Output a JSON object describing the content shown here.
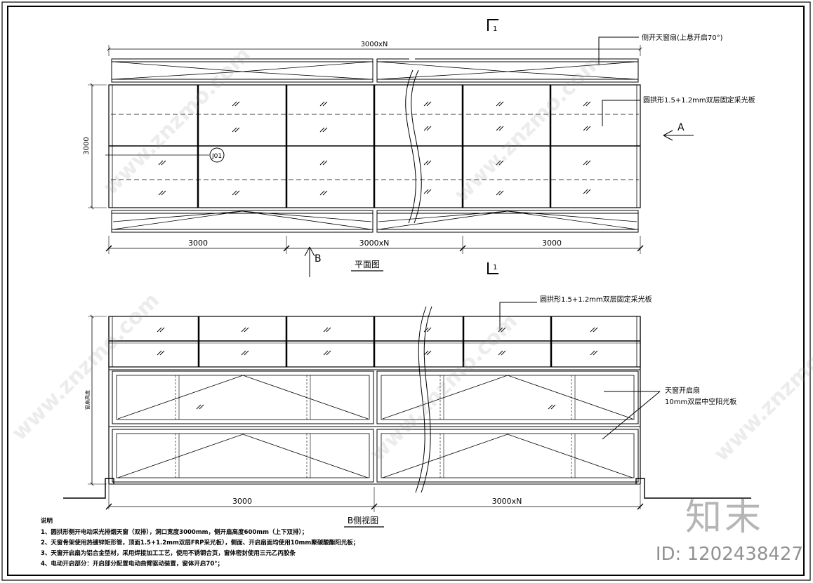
{
  "section_marks": [
    "1",
    "1"
  ],
  "plan": {
    "title": "平面图",
    "top_dim": "3000xN",
    "height_dim": "3000",
    "bottom_dims": [
      "3000",
      "3000xN",
      "3000"
    ],
    "label_side_sash": "侧开天窗扇(上悬开启70°)",
    "label_arch_panel": "圆拱形1.5+1.2mm双层固定采光板",
    "tag": "J01",
    "arrow_a": "A",
    "arrow_b": "B"
  },
  "side": {
    "title": "B侧视图",
    "label_arch_panel": "圆拱形1.5+1.2mm双层固定采光板",
    "label_sash_line1": "天窗开启扇",
    "label_sash_line2": "10mm双层中空阳光板",
    "vertical_label": "窗扇高度",
    "bottom_dims": [
      "3000",
      "3000xN"
    ]
  },
  "notes": {
    "heading": "说明",
    "items": [
      "1、圆拱形侧开电动采光排烟天窗（双排），洞口宽度3000mm，侧开扇高度600mm（上下双排）；",
      "2、天窗骨架使用热镀锌矩形管，顶面1.5+1.2mm双层FRP采光板），侧面、开启扇面均使用10mm聚碳酸酯阳光板；",
      "3、天窗开启扇为铝合金型材，采用焊接加工工艺，使用不锈钢合页，窗体密封使用三元乙丙胶条",
      "4、电动开启部分：开启部分配置电动曲臂驱动装置，窗体开启70°；"
    ]
  },
  "watermark": {
    "text": "www.znzmo.com",
    "brand": "知末",
    "id": "ID: 1202438427"
  }
}
